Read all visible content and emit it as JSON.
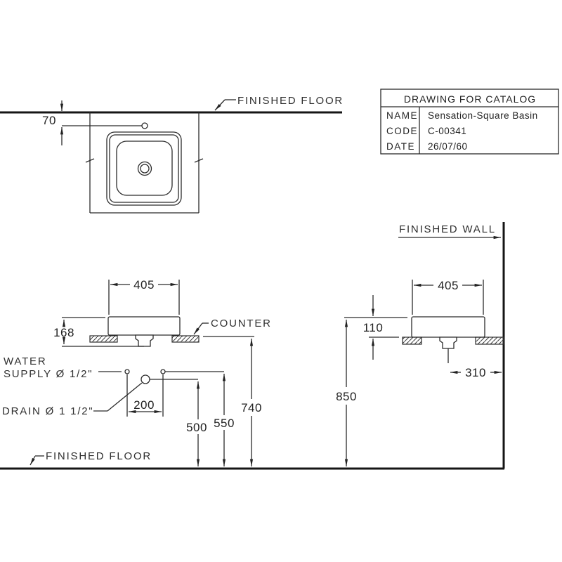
{
  "drawing": {
    "title_block": {
      "title": "DRAWING FOR CATALOG",
      "name_label": "NAME",
      "name_value": "Sensation-Square Basin",
      "code_label": "CODE",
      "code_value": "C-00341",
      "date_label": "DATE",
      "date_value": "26/07/60"
    },
    "labels": {
      "finished_floor_top": "FINISHED FLOOR",
      "finished_floor_bottom": "FINISHED FLOOR",
      "finished_wall": "FINISHED WALL",
      "counter": "COUNTER",
      "water_supply_line1": "WATER",
      "water_supply_line2": "SUPPLY Ø 1/2\"",
      "drain": "DRAIN Ø 1 1/2\""
    },
    "dimensions": {
      "faucet_offset": "70",
      "basin_width_front": "405",
      "basin_total_depth": "168",
      "supply_spacing": "200",
      "drain_height": "500",
      "supply_height": "550",
      "counter_height": "740",
      "rim_height": "850",
      "basin_width_side": "405",
      "basin_height_above_counter": "110",
      "drain_to_wall": "310"
    },
    "colors": {
      "line": "#2b2b2b",
      "thick_line": "#151515",
      "text": "#222222",
      "background": "#ffffff"
    }
  }
}
